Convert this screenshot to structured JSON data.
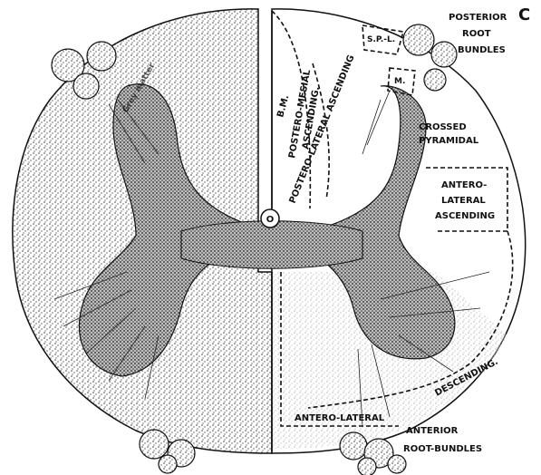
{
  "figure": {
    "corner_letter": "C",
    "labels": {
      "posterior_root": [
        "POSTERIOR",
        "ROOT",
        "BUNDLES"
      ],
      "bm": "B.M.",
      "postero_mesial": [
        "POSTERO-MESIAL",
        "ASCENDING."
      ],
      "postero_lateral": "POSTERO-LATERAL ASCENDING",
      "spl": "S.P.-L.",
      "m": "M.",
      "crossed_pyramidal": [
        "CROSSED",
        "PYRAMIDAL"
      ],
      "antero_lateral_ascending": [
        "ANTERO-",
        "LATERAL",
        "ASCENDING"
      ],
      "descending": "DESCENDING.",
      "antero_lateral": "ANTERO-LATERAL",
      "anterior_root": [
        "ANTERIOR",
        "ROOT-BUNDLES"
      ],
      "central_canal": "O",
      "gray_matter_note": "Grey matter"
    }
  },
  "colors": {
    "ink": "#111111",
    "paper": "#ffffff",
    "stipple": "#555555"
  }
}
